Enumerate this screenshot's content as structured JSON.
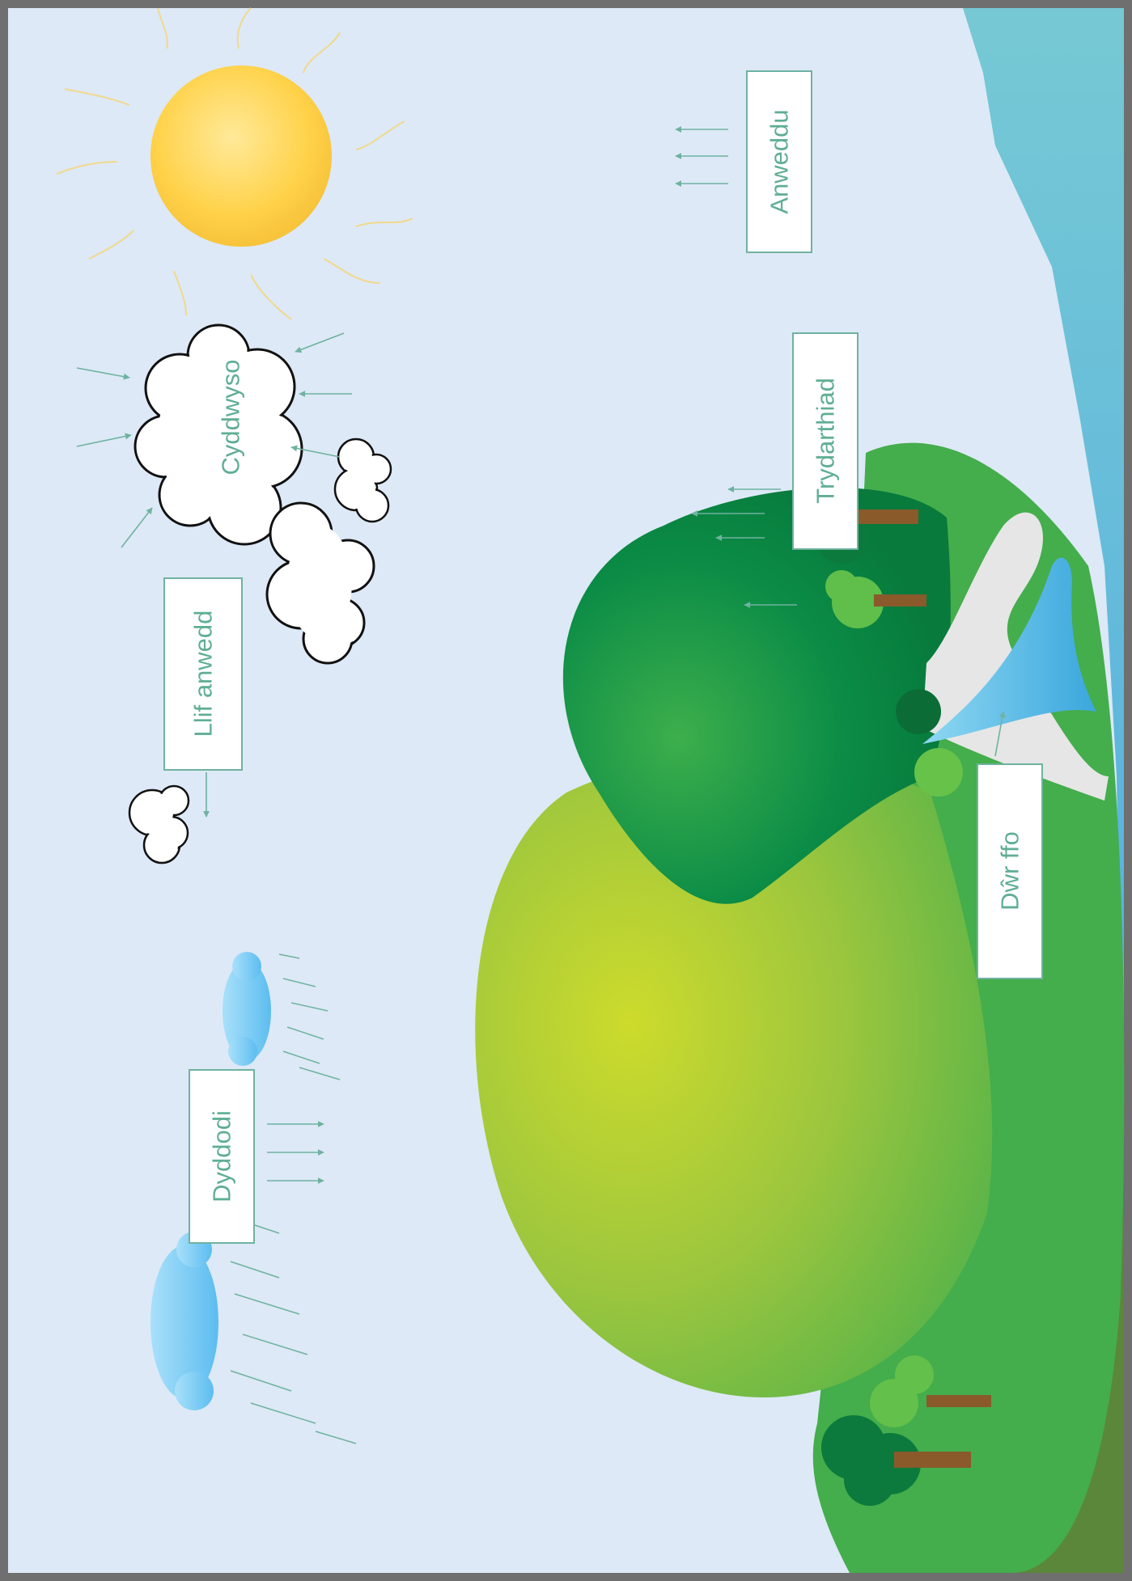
{
  "diagram": {
    "labels": {
      "evaporation": "Anweddu",
      "transpiration": "Trydarthiad",
      "condensation": "Cyddwyso",
      "advection": "Llif anwedd",
      "precipitation": "Dyddodi",
      "runoff": "Dŵr ffo"
    },
    "colors": {
      "sky": "#dde9f6",
      "frame": "#6f6f6f",
      "sea": "#62b7dd",
      "label_text": "#5fae93",
      "arrow": "#6fb2a0",
      "sun": "#ffd24a",
      "hill_yellow_green": "#c4d62f",
      "hill_dark_green": "#0b8c46",
      "grass": "#44ad4c",
      "soil": "#5b873a",
      "rain_cloud": "#8fd3f5",
      "river": "#3aa7dc"
    },
    "icons": [
      "sun-icon",
      "cloud-icon",
      "rain-cloud-icon",
      "tree-icon",
      "river-icon",
      "arrow-icon"
    ]
  }
}
